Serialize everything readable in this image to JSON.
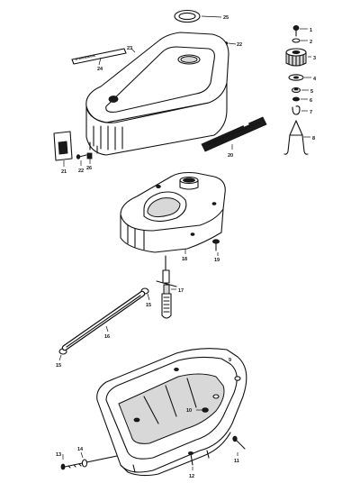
{
  "decal_text": "ETRADEMARK",
  "callouts": {
    "c1": "1",
    "c2": "2",
    "c3": "3",
    "c4": "4",
    "c5": "5",
    "c6": "6",
    "c7": "7",
    "c8": "8",
    "c9": "9",
    "c10": "10",
    "c11": "11",
    "c12": "12",
    "c13": "13",
    "c14": "14",
    "c15": "15",
    "c16": "16",
    "c17": "17",
    "c18": "18",
    "c19": "19",
    "c20": "20",
    "c21": "21",
    "c22a": "22",
    "c22b": "22",
    "c23": "23",
    "c24": "24",
    "c25": "25",
    "c26": "26"
  }
}
